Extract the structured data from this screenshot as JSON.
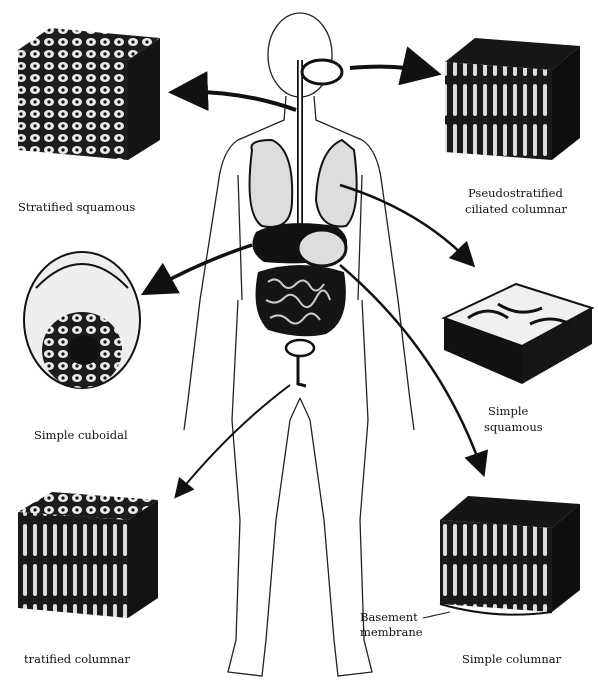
{
  "labels": {
    "stratified_squamous": "Stratified squamous",
    "pseudostratified_line1": "Pseudostratified",
    "pseudostratified_line2": "ciliated columnar",
    "simple_cuboidal": "Simple cuboidal",
    "simple_squamous_line1": "Simple",
    "simple_squamous_line2": "squamous",
    "stratified_columnar": "tratified columnar",
    "basement_line1": "Basement",
    "basement_line2": "membrane",
    "simple_columnar": "Simple columnar"
  },
  "colors": {
    "ink": "#111111",
    "paper": "#ffffff",
    "shade": "#1c1c1c"
  }
}
